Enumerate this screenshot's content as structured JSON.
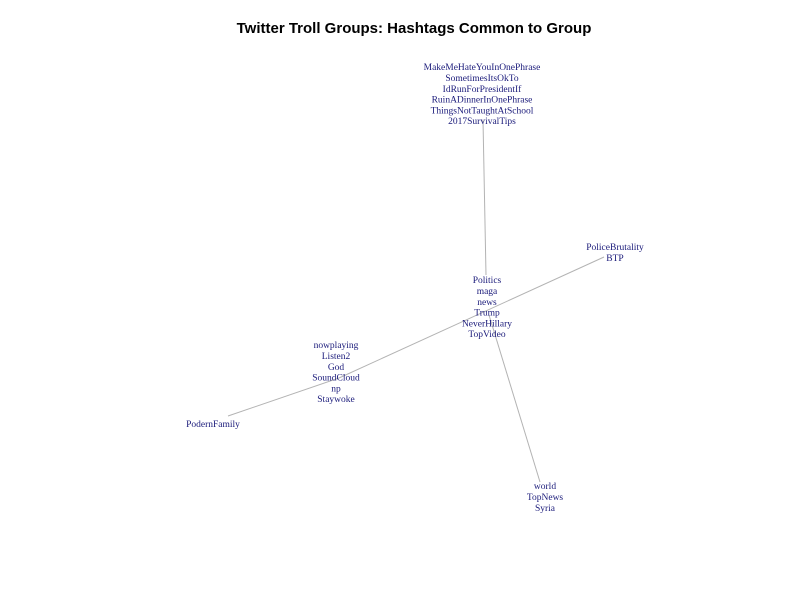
{
  "title": "Twitter Troll Groups: Hashtags Common to Group",
  "colors": {
    "edge": "#b3b3b3",
    "label": "#1a1a7a",
    "background": "#ffffff"
  },
  "nodes": [
    {
      "id": "n1",
      "hashtags": [
        "MakeMeHateYouInOnePhrase",
        "SometimesItsOkTo",
        "IdRunForPresidentIf",
        "RuinADinnerInOnePhrase",
        "ThingsNotTaughtAtSchool",
        "2017SurvivalTips"
      ]
    },
    {
      "id": "n2",
      "hashtags": [
        "PoliceBrutality",
        "BTP"
      ]
    },
    {
      "id": "n3",
      "hashtags": [
        "Politics",
        "maga",
        "news",
        "Trump",
        "NeverHillary",
        "TopVideo"
      ]
    },
    {
      "id": "n4",
      "hashtags": [
        "nowplaying",
        "Listen2",
        "God",
        "SoundCloud",
        "np",
        "Staywoke"
      ]
    },
    {
      "id": "n5",
      "hashtags": [
        "PodernFamily"
      ]
    },
    {
      "id": "n6",
      "hashtags": [
        "world",
        "TopNews",
        "Syria"
      ]
    }
  ],
  "edges": [
    {
      "from": "n1",
      "to": "n3"
    },
    {
      "from": "n3",
      "to": "n6"
    },
    {
      "from": "n2",
      "to": "n4"
    },
    {
      "from": "n4",
      "to": "n5"
    }
  ]
}
